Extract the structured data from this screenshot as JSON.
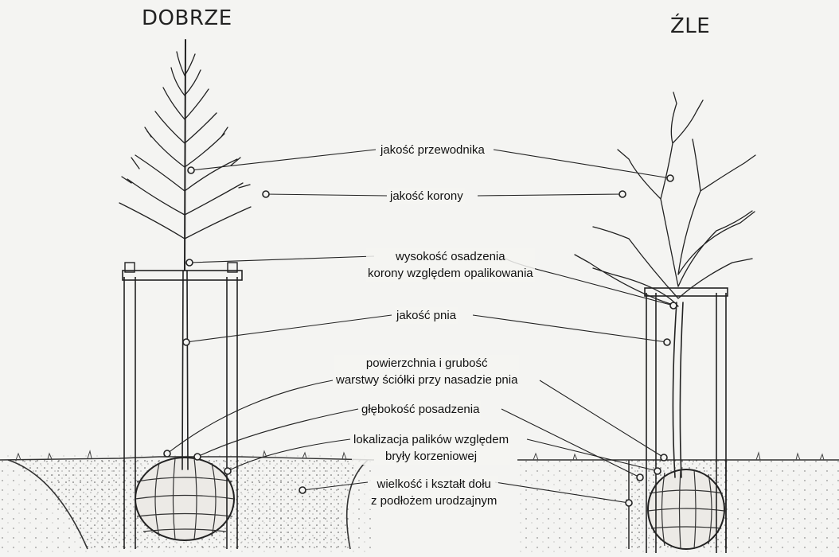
{
  "headings": {
    "good": "DOBRZE",
    "bad": "ŹLE"
  },
  "labels": {
    "leader_quality": "jakość przewodnika",
    "crown_quality": "jakość korony",
    "crown_height_line1": "wysokość osadzenia",
    "crown_height_line2": "korony względem opalikowania",
    "trunk_quality": "jakość pnia",
    "mulch_line1": "powierzchnia i grubość",
    "mulch_line2": "warstwy ściółki przy nasadzie pnia",
    "planting_depth": "głębokość posadzenia",
    "stakes_line1": "lokalizacja palików względem",
    "stakes_line2": "bryły korzeniowej",
    "pit_line1": "wielkość i kształt dołu",
    "pit_line2": "z podłożem urodzajnym"
  }
}
